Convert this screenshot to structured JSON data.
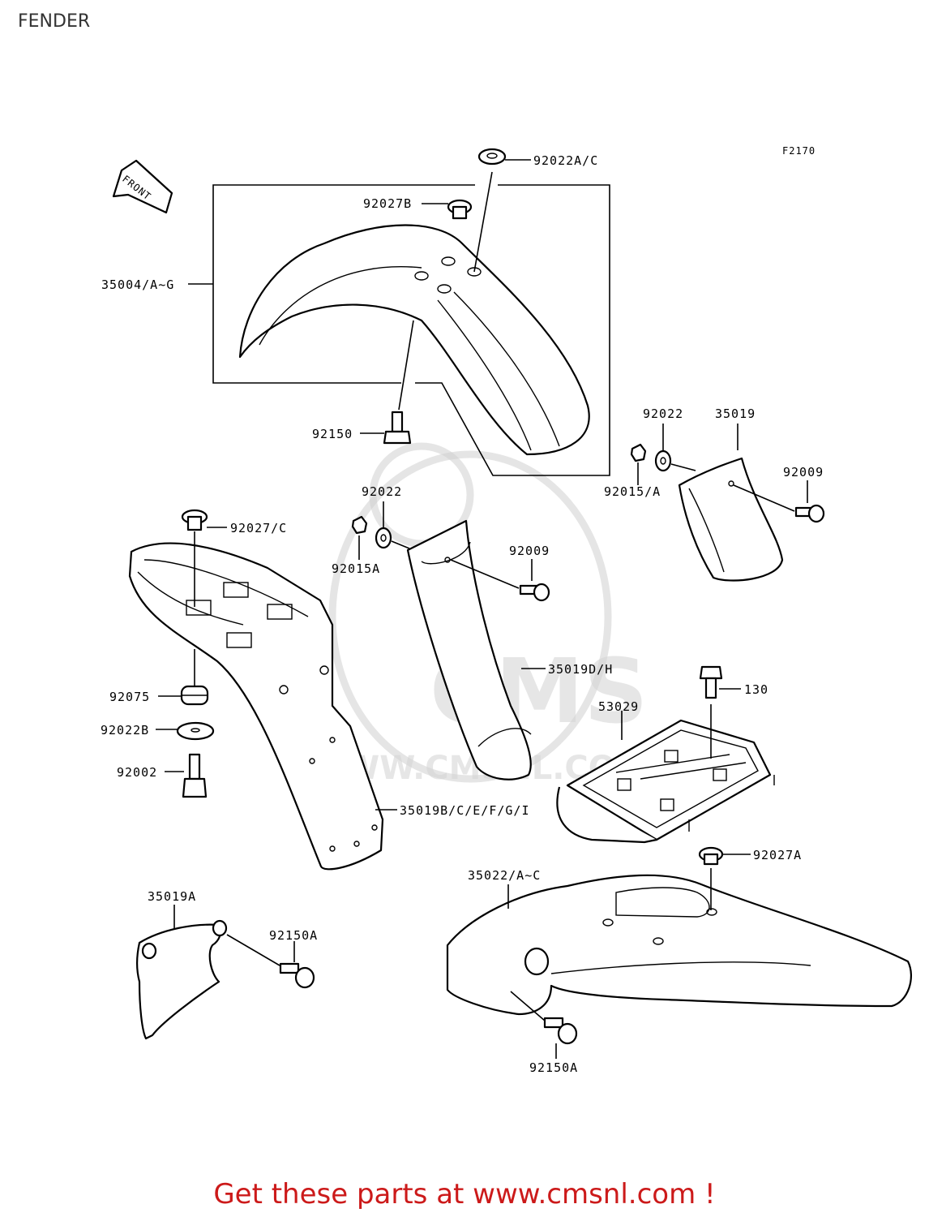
{
  "page": {
    "title": "FENDER"
  },
  "diagram": {
    "figure_code": "F2170",
    "front_label": "FRONT",
    "watermark": {
      "logo_text": "CMS",
      "url_text": "WWW.CMSNL.COM"
    },
    "part_labels": {
      "p92022AC": "92022A/C",
      "p92027B": "92027B",
      "p35004": "35004/A~G",
      "p92150": "92150",
      "p92022_right": "92022",
      "p35019": "35019",
      "p92009_right": "92009",
      "p92015A_right": "92015/A",
      "p92022_mid": "92022",
      "p92027C": "92027/C",
      "p92015A_mid": "92015A",
      "p92009_mid": "92009",
      "p35019DH": "35019D/H",
      "p130": "130",
      "p53029": "53029",
      "p92075": "92075",
      "p92022B": "92022B",
      "p92002": "92002",
      "p35019BI": "35019B/C/E/F/G/I",
      "p92027A": "92027A",
      "p35022": "35022/A~C",
      "p35019A": "35019A",
      "p92150A_left": "92150A",
      "p92150A_bottom": "92150A"
    }
  },
  "footer": {
    "text": "Get these parts at www.cmsnl.com !"
  }
}
